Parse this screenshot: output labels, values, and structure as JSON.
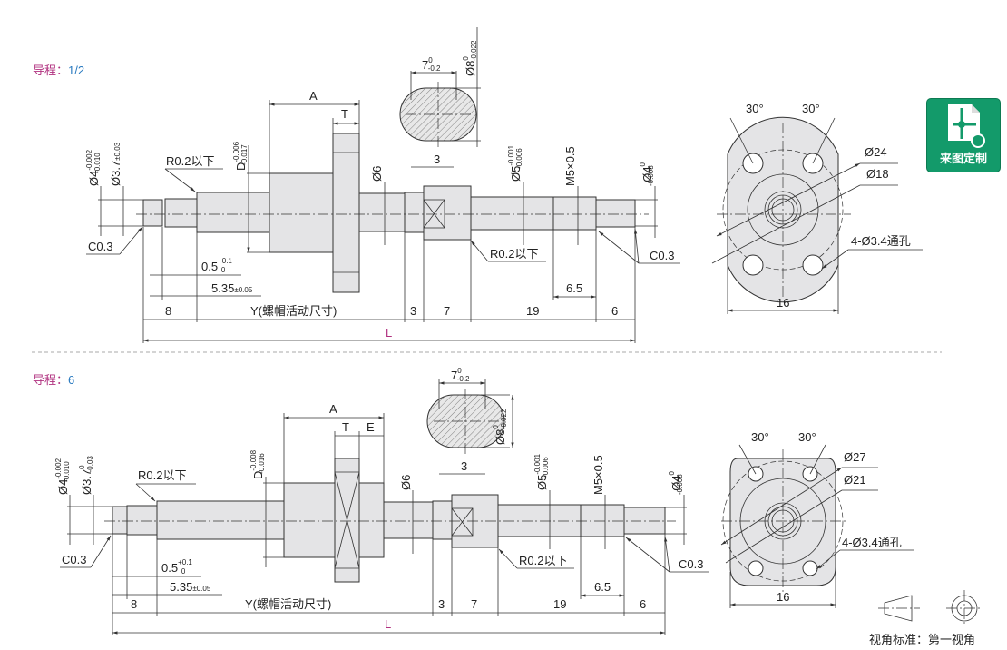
{
  "sections": [
    {
      "title_prefix": "导程：",
      "lead": "1/2",
      "labels": {
        "d4": "Ø4",
        "d4_tol_u": "-0.002",
        "d4_tol_l": "-0.010",
        "d37": "Ø3.7",
        "d37_tol": "±0.03",
        "r02": "R0.2以下",
        "D": "D",
        "D_tol_u": "-0.006",
        "D_tol_l": "-0.017",
        "A": "A",
        "T": "T",
        "d6": "Ø6",
        "three": "3",
        "d5": "Ø5",
        "d5_tol_u": "-0.001",
        "d5_tol_l": "-0.006",
        "m5": "M5×0.5",
        "d4r": "Ø4",
        "d4r_tol_u": "0",
        "d4r_tol_l": "-0.008",
        "c03": "C0.3",
        "r02b": "R0.2以下",
        "c03b": "C0.3",
        "g05": "0.5",
        "g05_u": "+0.1",
        "g05_l": "0",
        "g535": "5.35",
        "g535_tol": "±0.05",
        "dim8": "8",
        "Y": "Y(螺帽活动尺寸)",
        "dim3": "3",
        "dim7": "7",
        "dim19": "19",
        "dim65": "6.5",
        "dim6": "6",
        "L": "L",
        "sec_w": "7",
        "sec_w_u": "0",
        "sec_w_l": "-0.2",
        "sec_d": "Ø8",
        "sec_d_u": "0",
        "sec_d_l": "-0.022",
        "ang1": "30°",
        "ang2": "30°",
        "pcd": "Ø24",
        "body": "Ø18",
        "holes": "4-Ø3.4通孔",
        "width": "16"
      }
    },
    {
      "title_prefix": "导程：",
      "lead": "6",
      "labels": {
        "d4": "Ø4",
        "d4_tol_u": "-0.002",
        "d4_tol_l": "-0.010",
        "d37": "Ø3.7",
        "d37_tol_u": "0",
        "d37_tol_l": "-0.03",
        "r02": "R0.2以下",
        "D": "D",
        "D_tol_u": "-0.008",
        "D_tol_l": "-0.016",
        "A": "A",
        "T": "T",
        "E": "E",
        "d6": "Ø6",
        "three": "3",
        "d5": "Ø5",
        "d5_tol_u": "-0.001",
        "d5_tol_l": "-0.006",
        "m5": "M5×0.5",
        "d4r": "Ø4",
        "d4r_tol_u": "0",
        "d4r_tol_l": "-0.008",
        "c03": "C0.3",
        "r02b": "R0.2以下",
        "c03b": "C0.3",
        "g05": "0.5",
        "g05_u": "+0.1",
        "g05_l": "0",
        "g535": "5.35",
        "g535_tol": "±0.05",
        "dim8": "8",
        "Y": "Y(螺帽活动尺寸)",
        "dim3": "3",
        "dim7": "7",
        "dim19": "19",
        "dim65": "6.5",
        "dim6": "6",
        "L": "L",
        "sec_w": "7",
        "sec_w_u": "0",
        "sec_w_l": "-0.2",
        "sec_d": "Ø8",
        "sec_d_u": "0",
        "sec_d_l": "-0.022",
        "ang1": "30°",
        "ang2": "30°",
        "pcd": "Ø27",
        "body": "Ø21",
        "holes": "4-Ø3.4通孔",
        "width": "16"
      }
    }
  ],
  "badge": {
    "label": "来图定制",
    "icon": "drawing-custom-icon",
    "color": "#139a6a"
  },
  "projection": {
    "label": "视角标准：第一视角"
  }
}
